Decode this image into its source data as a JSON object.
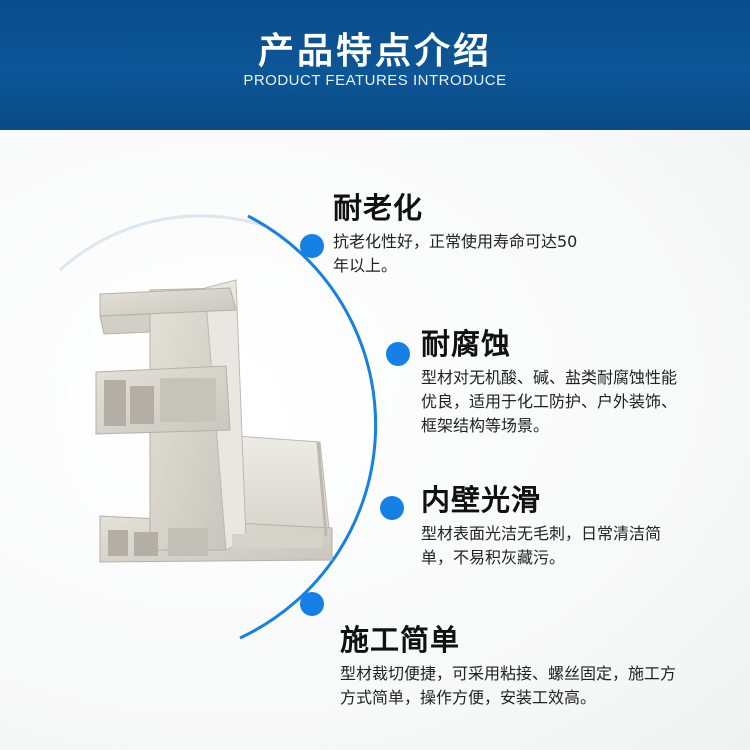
{
  "header": {
    "title": "产品特点介绍",
    "subtitle": "PRODUCT FEATURES INTRODUCE"
  },
  "colors": {
    "banner": "#0c5697",
    "accent": "#1580e6",
    "profile": "#d8d5cc"
  },
  "features": [
    {
      "title": "耐老化",
      "desc": "抗老化性好，正常使用寿命可达50\n年以上。"
    },
    {
      "title": "耐腐蚀",
      "desc": "型材对无机酸、碱、盐类耐腐蚀性能\n优良，适用于化工防护、户外装饰、\n框架结构等场景。"
    },
    {
      "title": "内壁光滑",
      "desc": "型材表面光洁无毛刺，日常清洁简\n单，不易积灰藏污。"
    },
    {
      "title": "施工简单",
      "desc": "型材裁切便捷，可采用粘接、螺丝固定，施工方\n方式简单，操作方便，安装工效高。"
    }
  ]
}
